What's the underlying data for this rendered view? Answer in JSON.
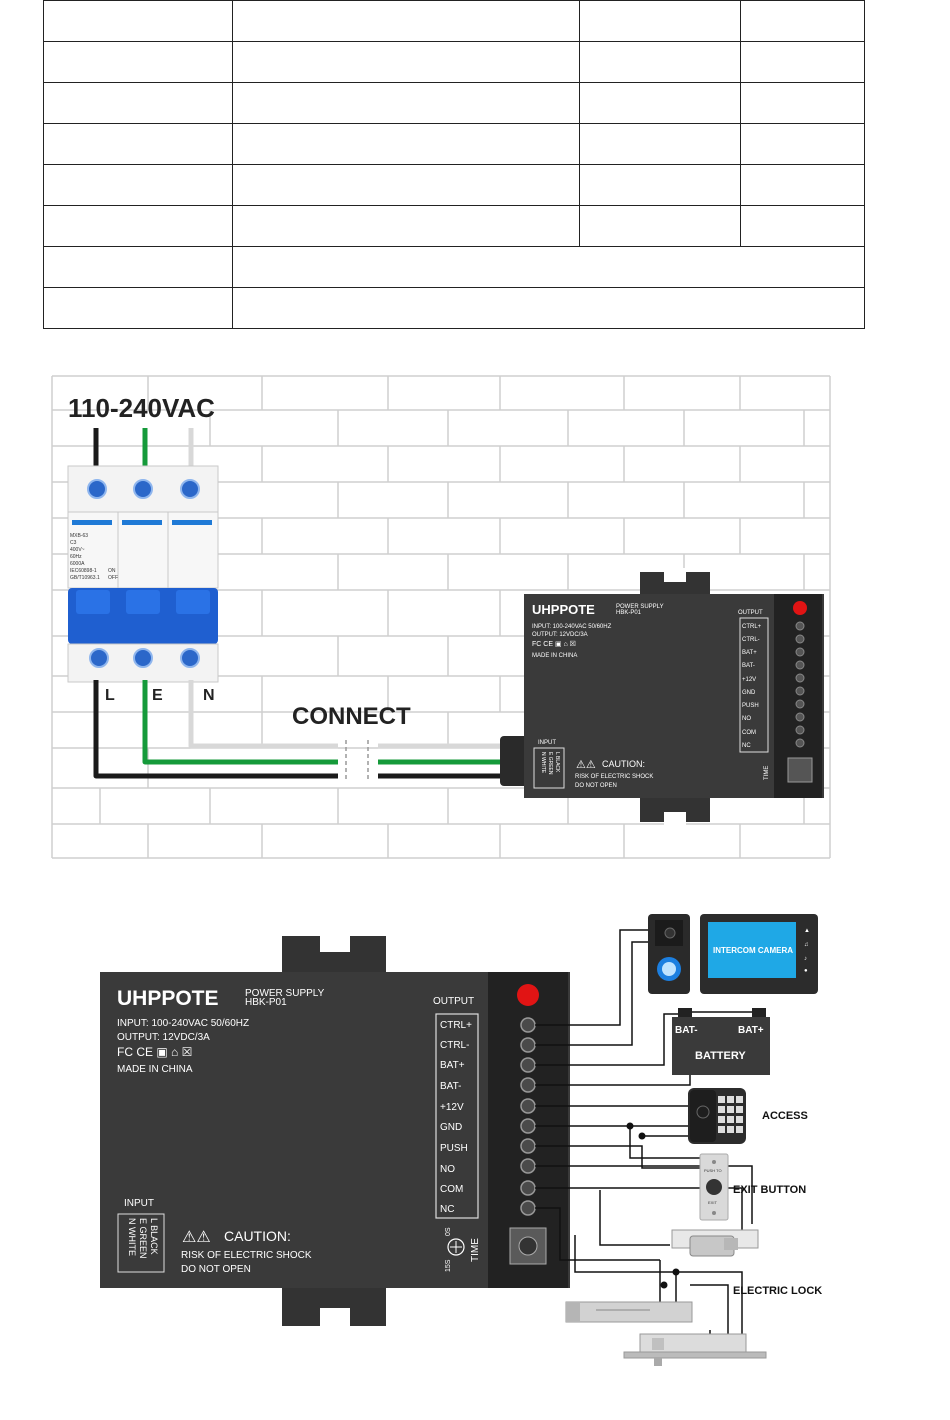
{
  "table": {
    "rows": [
      [
        "",
        "",
        "",
        ""
      ],
      [
        "",
        "",
        "",
        ""
      ],
      [
        "",
        "",
        "",
        ""
      ],
      [
        "",
        "",
        "",
        ""
      ],
      [
        "",
        "",
        "",
        ""
      ],
      [
        "",
        "",
        "",
        ""
      ],
      [
        "",
        ""
      ],
      [
        "",
        ""
      ]
    ]
  },
  "wiring1": {
    "title": "110-240VAC",
    "connect_label": "CONNECT",
    "breaker_terminals": [
      "L",
      "E",
      "N"
    ],
    "breaker_text": {
      "model": "MXB-63",
      "rating": "C3",
      "voltage": "400V~",
      "freq": "60Hz",
      "cap": "6000A",
      "std": "IEC60898-1",
      "std2": "GB/T10963.1",
      "on": "ON",
      "off": "OFF"
    },
    "input_label": "INPUT",
    "input_wires": "L BLACK  E GREEN  N WHITE"
  },
  "device": {
    "brand": "UHPPOTE",
    "product_line1": "POWER SUPPLY",
    "product_line2": "HBK-P01",
    "input_spec": "INPUT:   100-240VAC 50/60HZ",
    "output_spec": "OUTPUT: 12VDC/3A",
    "cert_marks": "FC CE ▣ ⌂ ☒",
    "made_in": "MADE IN CHINA",
    "output_label": "OUTPUT",
    "terminals": [
      "CTRL+",
      "CTRL-",
      "BAT+",
      "BAT-",
      "+12V",
      "GND",
      "PUSH",
      "NO",
      "COM",
      "NC"
    ],
    "input_label": "INPUT",
    "wire_l": "L BLACK",
    "wire_e": "E GREEN",
    "wire_n": "N WHITE",
    "caution_title": "CAUTION:",
    "caution_line1": "RISK OF ELECTRIC SHOCK",
    "caution_line2": "DO NOT OPEN",
    "time_label": "TIME",
    "time_min": "0S",
    "time_max": "15S",
    "led_color": "#e11414"
  },
  "peripherals": {
    "intercom": "INTERCOM CAMERA",
    "battery": "BATTERY",
    "bat_minus": "BAT-",
    "bat_plus": "BAT+",
    "access": "ACCESS",
    "exit_button": "EXIT BUTTON",
    "push_to": "PUSH TO",
    "exit": "EXIT",
    "electric_lock": "ELECTRIC LOCK"
  },
  "colors": {
    "device_body": "#3a3a3a",
    "terminal_strip": "#222222",
    "wire_black": "#1a1a1a",
    "wire_green": "#159a3a",
    "wire_white": "#d8d8d8",
    "breaker_blue": "#1f5fd0",
    "brick_line": "#cfcfcf",
    "screen_blue": "#1fa8e6"
  }
}
